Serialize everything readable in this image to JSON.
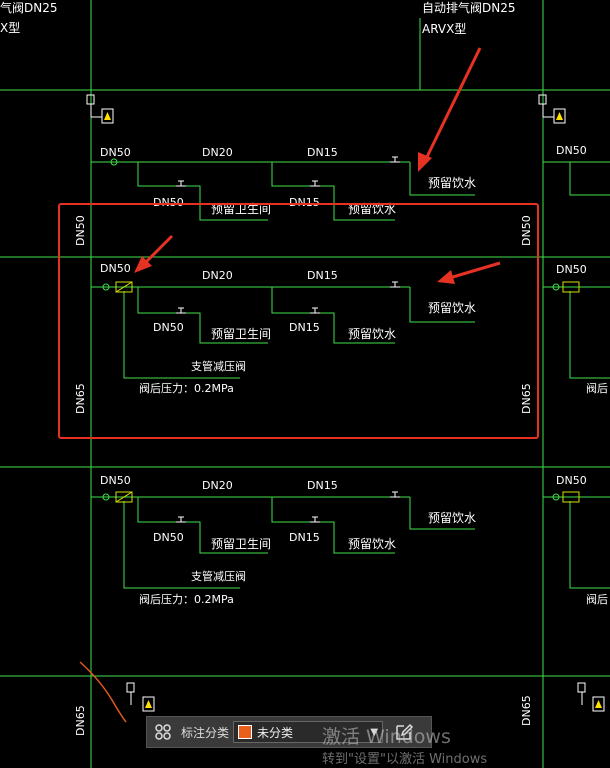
{
  "top": {
    "valve_left": "气阀DN25",
    "model_left": "X型",
    "valve_right": "自动排气阀DN25",
    "model_right": "ARVX型"
  },
  "labels": {
    "dn50": "DN50",
    "dn20": "DN20",
    "dn15": "DN15",
    "dn65": "DN65",
    "reserved_bath": "预留卫生间",
    "reserved_water": "预留饮水",
    "branch_prv": "支管减压阀",
    "after_pressure": "阀后压力：0.2MPa",
    "after_pressure_short": "阀后"
  },
  "toolbar": {
    "label": "标注分类",
    "selected": "未分类"
  },
  "watermark": {
    "line1": "激活 Windows",
    "line2": "转到\"设置\"以激活 Windows"
  },
  "colors": {
    "background": "#000000",
    "pipe": "#3fe04a",
    "text": "#ffffff",
    "annotation": "#e53223",
    "swatch": "#e8601c"
  }
}
